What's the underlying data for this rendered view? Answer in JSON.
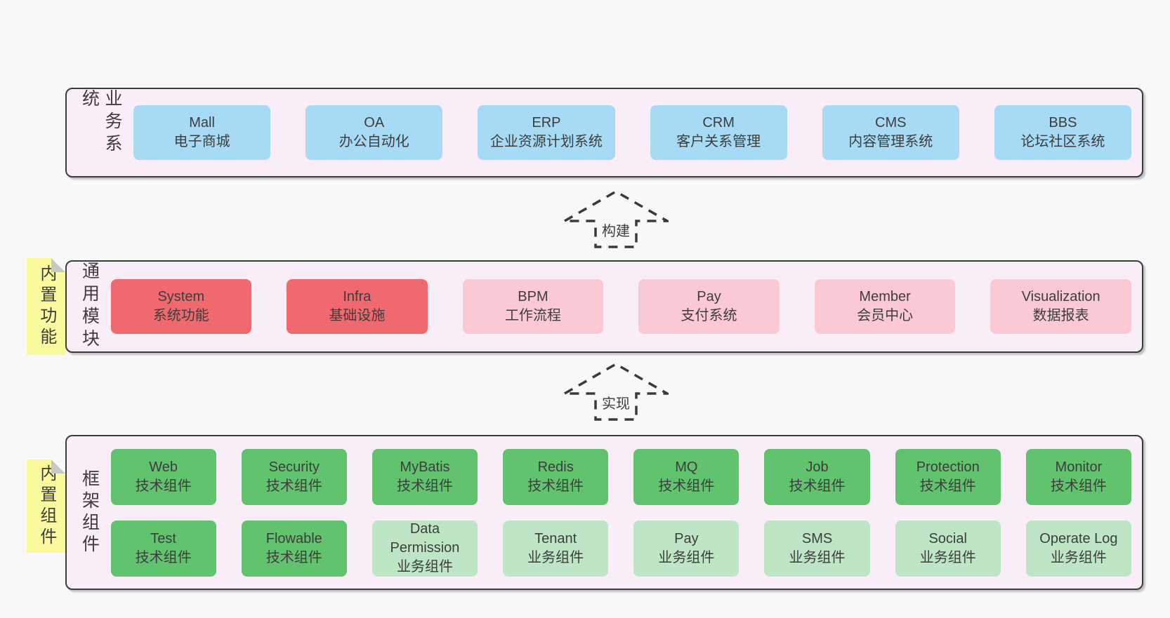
{
  "colors": {
    "page_bg": "#f8f8f8",
    "panel_bg": "#f9edf7",
    "panel_border": "#3c3c3c",
    "text": "#3d3d3d",
    "system_blue": "#a7daf4",
    "core_red": "#f0696e",
    "module_pink": "#fbc9d4",
    "tech_green": "#62c36e",
    "biz_green": "#bfe6c4",
    "note_yellow": "#fbf99e",
    "note_fold": "#c8c8c2"
  },
  "arrows": [
    {
      "label": "构建"
    },
    {
      "label": "实现"
    }
  ],
  "layers": [
    {
      "id": "business-systems",
      "label": "业务系统",
      "boxes": [
        {
          "title": "Mall",
          "subtitle": "电子商城",
          "color": "system_blue"
        },
        {
          "title": "OA",
          "subtitle": "办公自动化",
          "color": "system_blue"
        },
        {
          "title": "ERP",
          "subtitle": "企业资源计划系统",
          "color": "system_blue"
        },
        {
          "title": "CRM",
          "subtitle": "客户关系管理",
          "color": "system_blue"
        },
        {
          "title": "CMS",
          "subtitle": "内容管理系统",
          "color": "system_blue"
        },
        {
          "title": "BBS",
          "subtitle": "论坛社区系统",
          "color": "system_blue"
        }
      ]
    },
    {
      "id": "common-modules",
      "label": "通用模块",
      "note": "内置功能",
      "boxes": [
        {
          "title": "System",
          "subtitle": "系统功能",
          "color": "core_red"
        },
        {
          "title": "Infra",
          "subtitle": "基础设施",
          "color": "core_red"
        },
        {
          "title": "BPM",
          "subtitle": "工作流程",
          "color": "module_pink"
        },
        {
          "title": "Pay",
          "subtitle": "支付系统",
          "color": "module_pink"
        },
        {
          "title": "Member",
          "subtitle": "会员中心",
          "color": "module_pink"
        },
        {
          "title": "Visualization",
          "subtitle": "数据报表",
          "color": "module_pink"
        }
      ]
    },
    {
      "id": "framework-components",
      "label": "框架组件",
      "note": "内置组件",
      "rows": [
        [
          {
            "title": "Web",
            "subtitle": "技术组件",
            "color": "tech_green"
          },
          {
            "title": "Security",
            "subtitle": "技术组件",
            "color": "tech_green"
          },
          {
            "title": "MyBatis",
            "subtitle": "技术组件",
            "color": "tech_green"
          },
          {
            "title": "Redis",
            "subtitle": "技术组件",
            "color": "tech_green"
          },
          {
            "title": "MQ",
            "subtitle": "技术组件",
            "color": "tech_green"
          },
          {
            "title": "Job",
            "subtitle": "技术组件",
            "color": "tech_green"
          },
          {
            "title": "Protection",
            "subtitle": "技术组件",
            "color": "tech_green"
          },
          {
            "title": "Monitor",
            "subtitle": "技术组件",
            "color": "tech_green"
          }
        ],
        [
          {
            "title": "Test",
            "subtitle": "技术组件",
            "color": "tech_green"
          },
          {
            "title": "Flowable",
            "subtitle": "技术组件",
            "color": "tech_green"
          },
          {
            "title": "Data Permission",
            "subtitle": "业务组件",
            "color": "biz_green"
          },
          {
            "title": "Tenant",
            "subtitle": "业务组件",
            "color": "biz_green"
          },
          {
            "title": "Pay",
            "subtitle": "业务组件",
            "color": "biz_green"
          },
          {
            "title": "SMS",
            "subtitle": "业务组件",
            "color": "biz_green"
          },
          {
            "title": "Social",
            "subtitle": "业务组件",
            "color": "biz_green"
          },
          {
            "title": "Operate Log",
            "subtitle": "业务组件",
            "color": "biz_green"
          }
        ]
      ]
    }
  ]
}
